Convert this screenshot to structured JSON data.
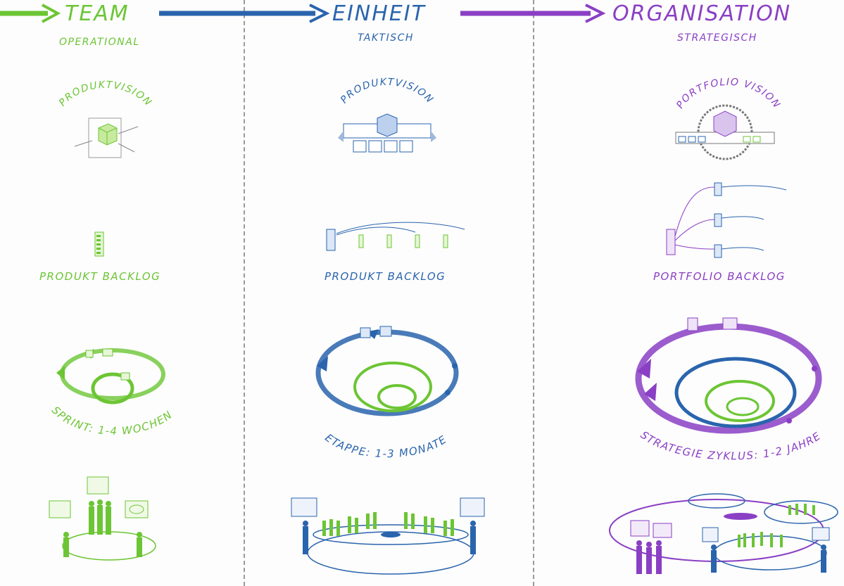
{
  "colors": {
    "team": "#6cc534",
    "einheit": "#2a64ad",
    "organisation": "#8a3fc4"
  },
  "columns": [
    {
      "title": "TEAM",
      "subtitle": "OPERATIONAL",
      "vision_label": "PRODUKTVISION",
      "backlog_label": "PRODUKT BACKLOG",
      "cycle_label": "SPRINT: 1-4 WOCHEN"
    },
    {
      "title": "EINHEIT",
      "subtitle": "TAKTISCH",
      "vision_label": "PRODUKTVISION",
      "backlog_label": "PRODUKT BACKLOG",
      "cycle_label": "ETAPPE: 1-3 MONATE"
    },
    {
      "title": "ORGANISATION",
      "subtitle": "STRATEGISCH",
      "vision_label": "PORTFOLIO VISION",
      "backlog_label": "PORTFOLIO BACKLOG",
      "cycle_label": "STRATEGIE ZYKLUS: 1-2 JAHRE"
    }
  ]
}
